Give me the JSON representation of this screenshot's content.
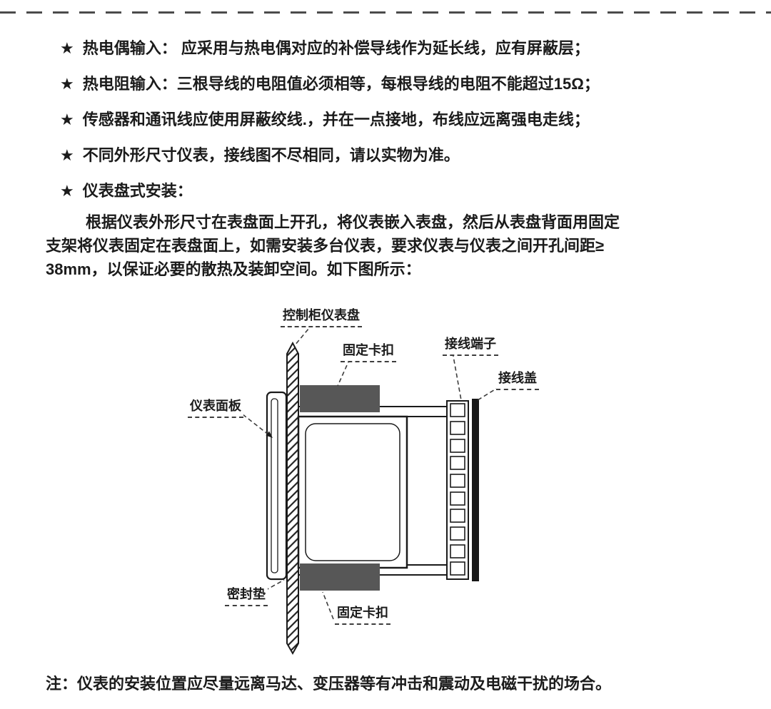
{
  "page": {
    "bullet_marker": "★",
    "bullets": [
      "热电偶输入： 应采用与热电偶对应的补偿导线作为延长线，应有屏蔽层；",
      "热电阻输入：三根导线的电阻值必须相等，每根导线的电阻不能超过15Ω；",
      "传感器和通讯线应使用屏蔽绞线.，并在一点接地，布线应远离强电走线；",
      "不同外形尺寸仪表，接线图不尽相同，请以实物为准。",
      "仪表盘式安装："
    ],
    "paragraph_lines": [
      "根据仪表外形尺寸在表盘面上开孔，将仪表嵌入表盘，然后从表盘背面用固定",
      "支架将仪表固定在表盘面上，如需安装多台仪表，要求仪表与仪表之间开孔间距≥",
      "38mm，以保证必要的散热及装卸空间。如下图所示："
    ],
    "note": "注：仪表的安装位置应尽量远离马达、变压器等有冲击和震动及电磁干扰的场合。",
    "diagram": {
      "labels": {
        "panel": "控制柜仪表盘",
        "clip_top": "固定卡扣",
        "terminal": "接线端子",
        "cover": "接线盖",
        "faceplate": "仪表面板",
        "gasket": "密封垫",
        "clip_bottom": "固定卡扣"
      },
      "colors": {
        "clip": "#575757",
        "cover": "#161616"
      }
    }
  }
}
